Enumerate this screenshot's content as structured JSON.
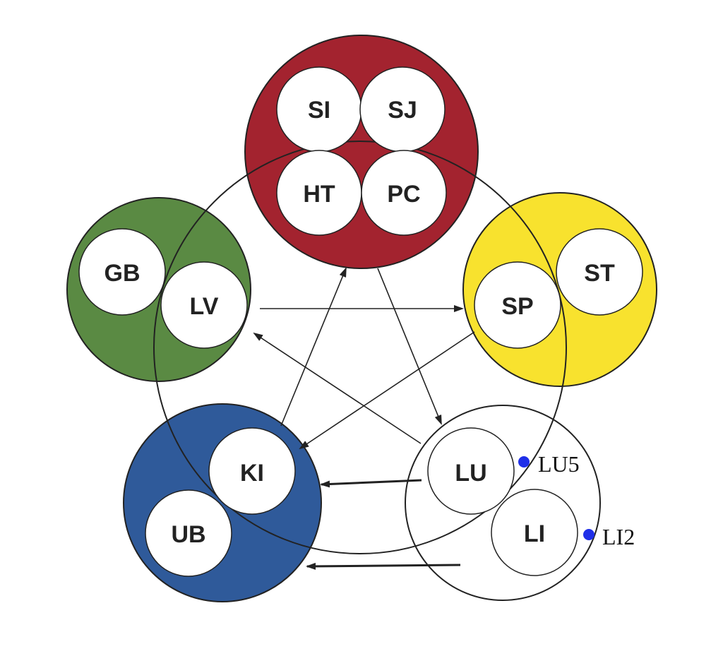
{
  "diagram": {
    "elements": [
      {
        "id": "fire",
        "color": "#a3232f",
        "organs": [
          "SI",
          "SJ",
          "HT",
          "PC"
        ]
      },
      {
        "id": "earth",
        "color": "#f8e22e",
        "organs": [
          "SP",
          "ST"
        ]
      },
      {
        "id": "metal",
        "color": "#ffffff",
        "organs": [
          "LU",
          "LI"
        ]
      },
      {
        "id": "water",
        "color": "#2f5a9a",
        "organs": [
          "KI",
          "UB"
        ]
      },
      {
        "id": "wood",
        "color": "#5a8a43",
        "organs": [
          "GB",
          "LV"
        ]
      }
    ],
    "points": [
      {
        "label": "LU5",
        "color": "#1f2fe8"
      },
      {
        "label": "LI2",
        "color": "#1f2fe8"
      }
    ]
  }
}
